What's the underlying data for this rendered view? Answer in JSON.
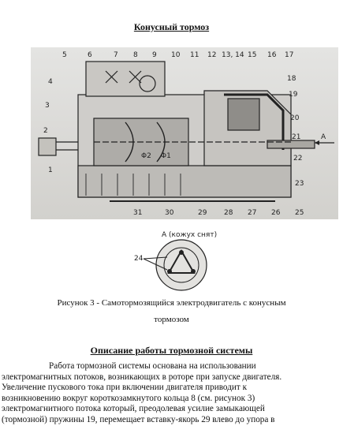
{
  "page": {
    "title": "Конусный тормоз",
    "figure": {
      "callouts_top": [
        "5",
        "6",
        "7",
        "8",
        "9",
        "10",
        "11",
        "12",
        "13, 14",
        "15",
        "16",
        "17"
      ],
      "callouts_right": [
        "18",
        "19",
        "20",
        "21",
        "22",
        "23"
      ],
      "callouts_left": [
        "4",
        "3",
        "2",
        "1"
      ],
      "callouts_bottom": [
        "31",
        "30",
        "29",
        "28",
        "27",
        "26",
        "25"
      ],
      "arrow_label": "A",
      "flux_labels": [
        "Φ2",
        "Φ1"
      ],
      "inset_caption": "А (кожух снят)",
      "inset_callout": "24"
    },
    "caption_line1": "Рисунок 3 - Самотормозящийся электродвигатель с конусным",
    "caption_line2": "тормозом",
    "section_title": "Описание работы тормозной системы",
    "paragraph": {
      "line1_words": [
        "Работа",
        "тормозной",
        "системы",
        "основана",
        "на",
        "использовании"
      ],
      "line2": "электромагнитных потоков, возникающих в роторе при запуске двигателя.",
      "line3": "Увеличение пускового тока при включении двигателя приводит к",
      "line4": "возникновению вокруг короткозамкнутого кольца 8 (см. рисунок 3)",
      "line5": "электромагнитного потока который, преодолевая усилие замыкающей",
      "line6": "(тормозной) пружины 19, перемещает вставку-якорь 29 влево до упора в"
    }
  }
}
